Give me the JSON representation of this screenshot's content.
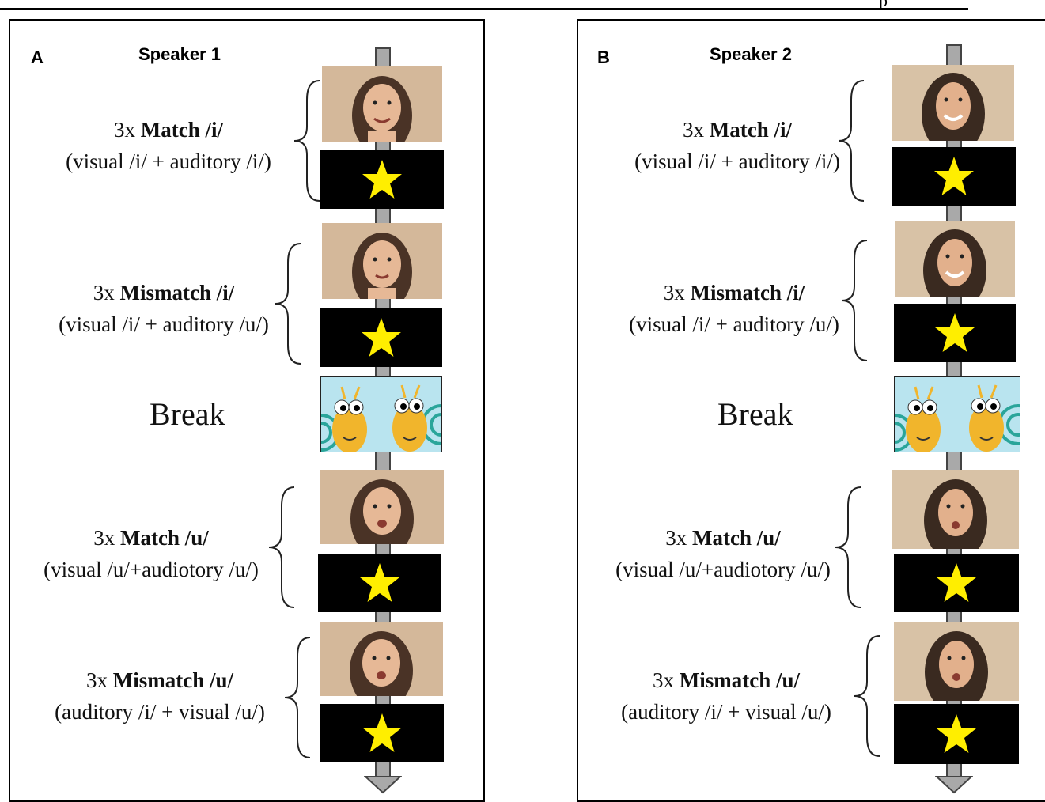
{
  "header": {
    "fragment": "p"
  },
  "panels": [
    {
      "letter": "A",
      "speaker": "Speaker 1",
      "blocks": [
        {
          "count": "3x",
          "condition": "Match /i/",
          "detail": "(visual /i/ + auditory /i/)"
        },
        {
          "count": "3x",
          "condition": "Mismatch /i/",
          "detail": "(visual /i/ + auditory /u/)"
        },
        {
          "break": "Break"
        },
        {
          "count": "3x",
          "condition": "Match /u/",
          "detail": "(visual /u/+audiotory /u/)"
        },
        {
          "count": "3x",
          "condition": "Mismatch /u/",
          "detail": "(auditory /i/ + visual /u/)"
        }
      ]
    },
    {
      "letter": "B",
      "speaker": "Speaker 2",
      "blocks": [
        {
          "count": "3x",
          "condition": "Match /i/",
          "detail": "(visual /i/ + auditory /i/)"
        },
        {
          "count": "3x",
          "condition": "Mismatch /i/",
          "detail": "(visual /i/ + auditory /u/)"
        },
        {
          "break": "Break"
        },
        {
          "count": "3x",
          "condition": "Match /u/",
          "detail": "(visual /u/+audiotory /u/)"
        },
        {
          "count": "3x",
          "condition": "Mismatch /u/",
          "detail": "(auditory /i/ + visual /u/)"
        }
      ]
    }
  ],
  "colors": {
    "star": "#ffee00",
    "star_background": "#000000",
    "timeline_arrow": "#a9a9a9",
    "break_background": "#b9e4ef",
    "face_background": "#d4b89a"
  },
  "icons": [
    "star-icon",
    "snail-icon",
    "face-photo",
    "timeline-arrow"
  ]
}
